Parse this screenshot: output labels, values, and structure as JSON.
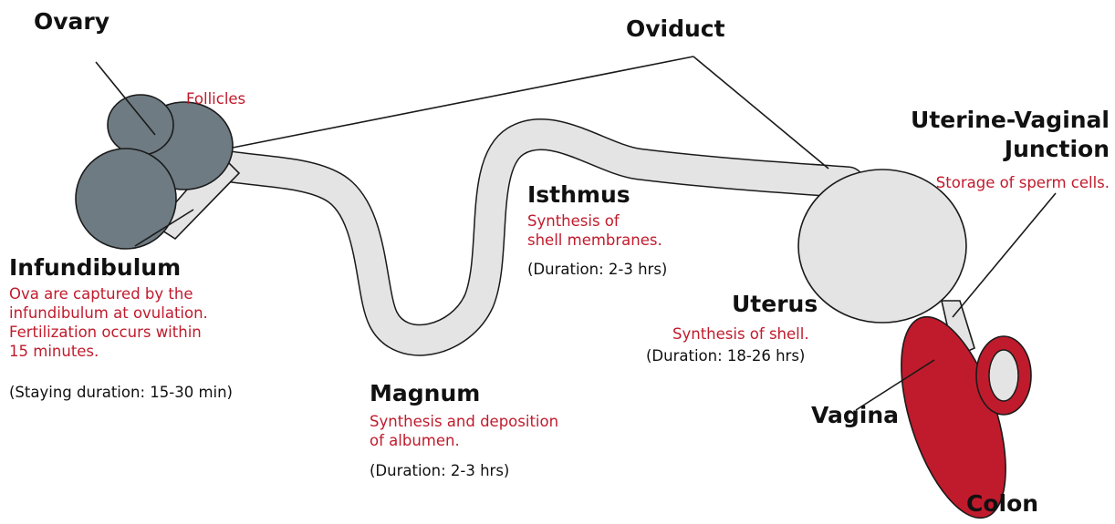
{
  "colors": {
    "ovary_fill": "#6e7b82",
    "tract_fill": "#e4e4e4",
    "colon_fill": "#c01b2c",
    "stroke": "#1a1a1a",
    "red_text": "#c01b2c"
  },
  "labels": {
    "ovary": "Ovary",
    "follicles": "Follicles",
    "oviduct": "Oviduct",
    "uvj_line1": "Uterine-Vaginal",
    "uvj_line2": "Junction",
    "uvj_desc": "Storage of sperm cells.",
    "isthmus": "Isthmus",
    "isthmus_desc1": "Synthesis of",
    "isthmus_desc2": "shell membranes.",
    "isthmus_duration": "(Duration: 2-3 hrs)",
    "infundibulum": "Infundibulum",
    "infund_desc1": "Ova are captured by the",
    "infund_desc2": "infundibulum at ovulation.",
    "infund_desc3": "Fertilization occurs within",
    "infund_desc4": "15 minutes.",
    "infund_duration": "(Staying duration: 15-30 min)",
    "uterus": "Uterus",
    "uterus_desc": "Synthesis of shell.",
    "uterus_duration": "(Duration: 18-26 hrs)",
    "magnum": "Magnum",
    "magnum_desc1": "Synthesis and deposition",
    "magnum_desc2": "of albumen.",
    "magnum_duration": "(Duration: 2-3 hrs)",
    "vagina": "Vagina",
    "colon": "Colon"
  }
}
